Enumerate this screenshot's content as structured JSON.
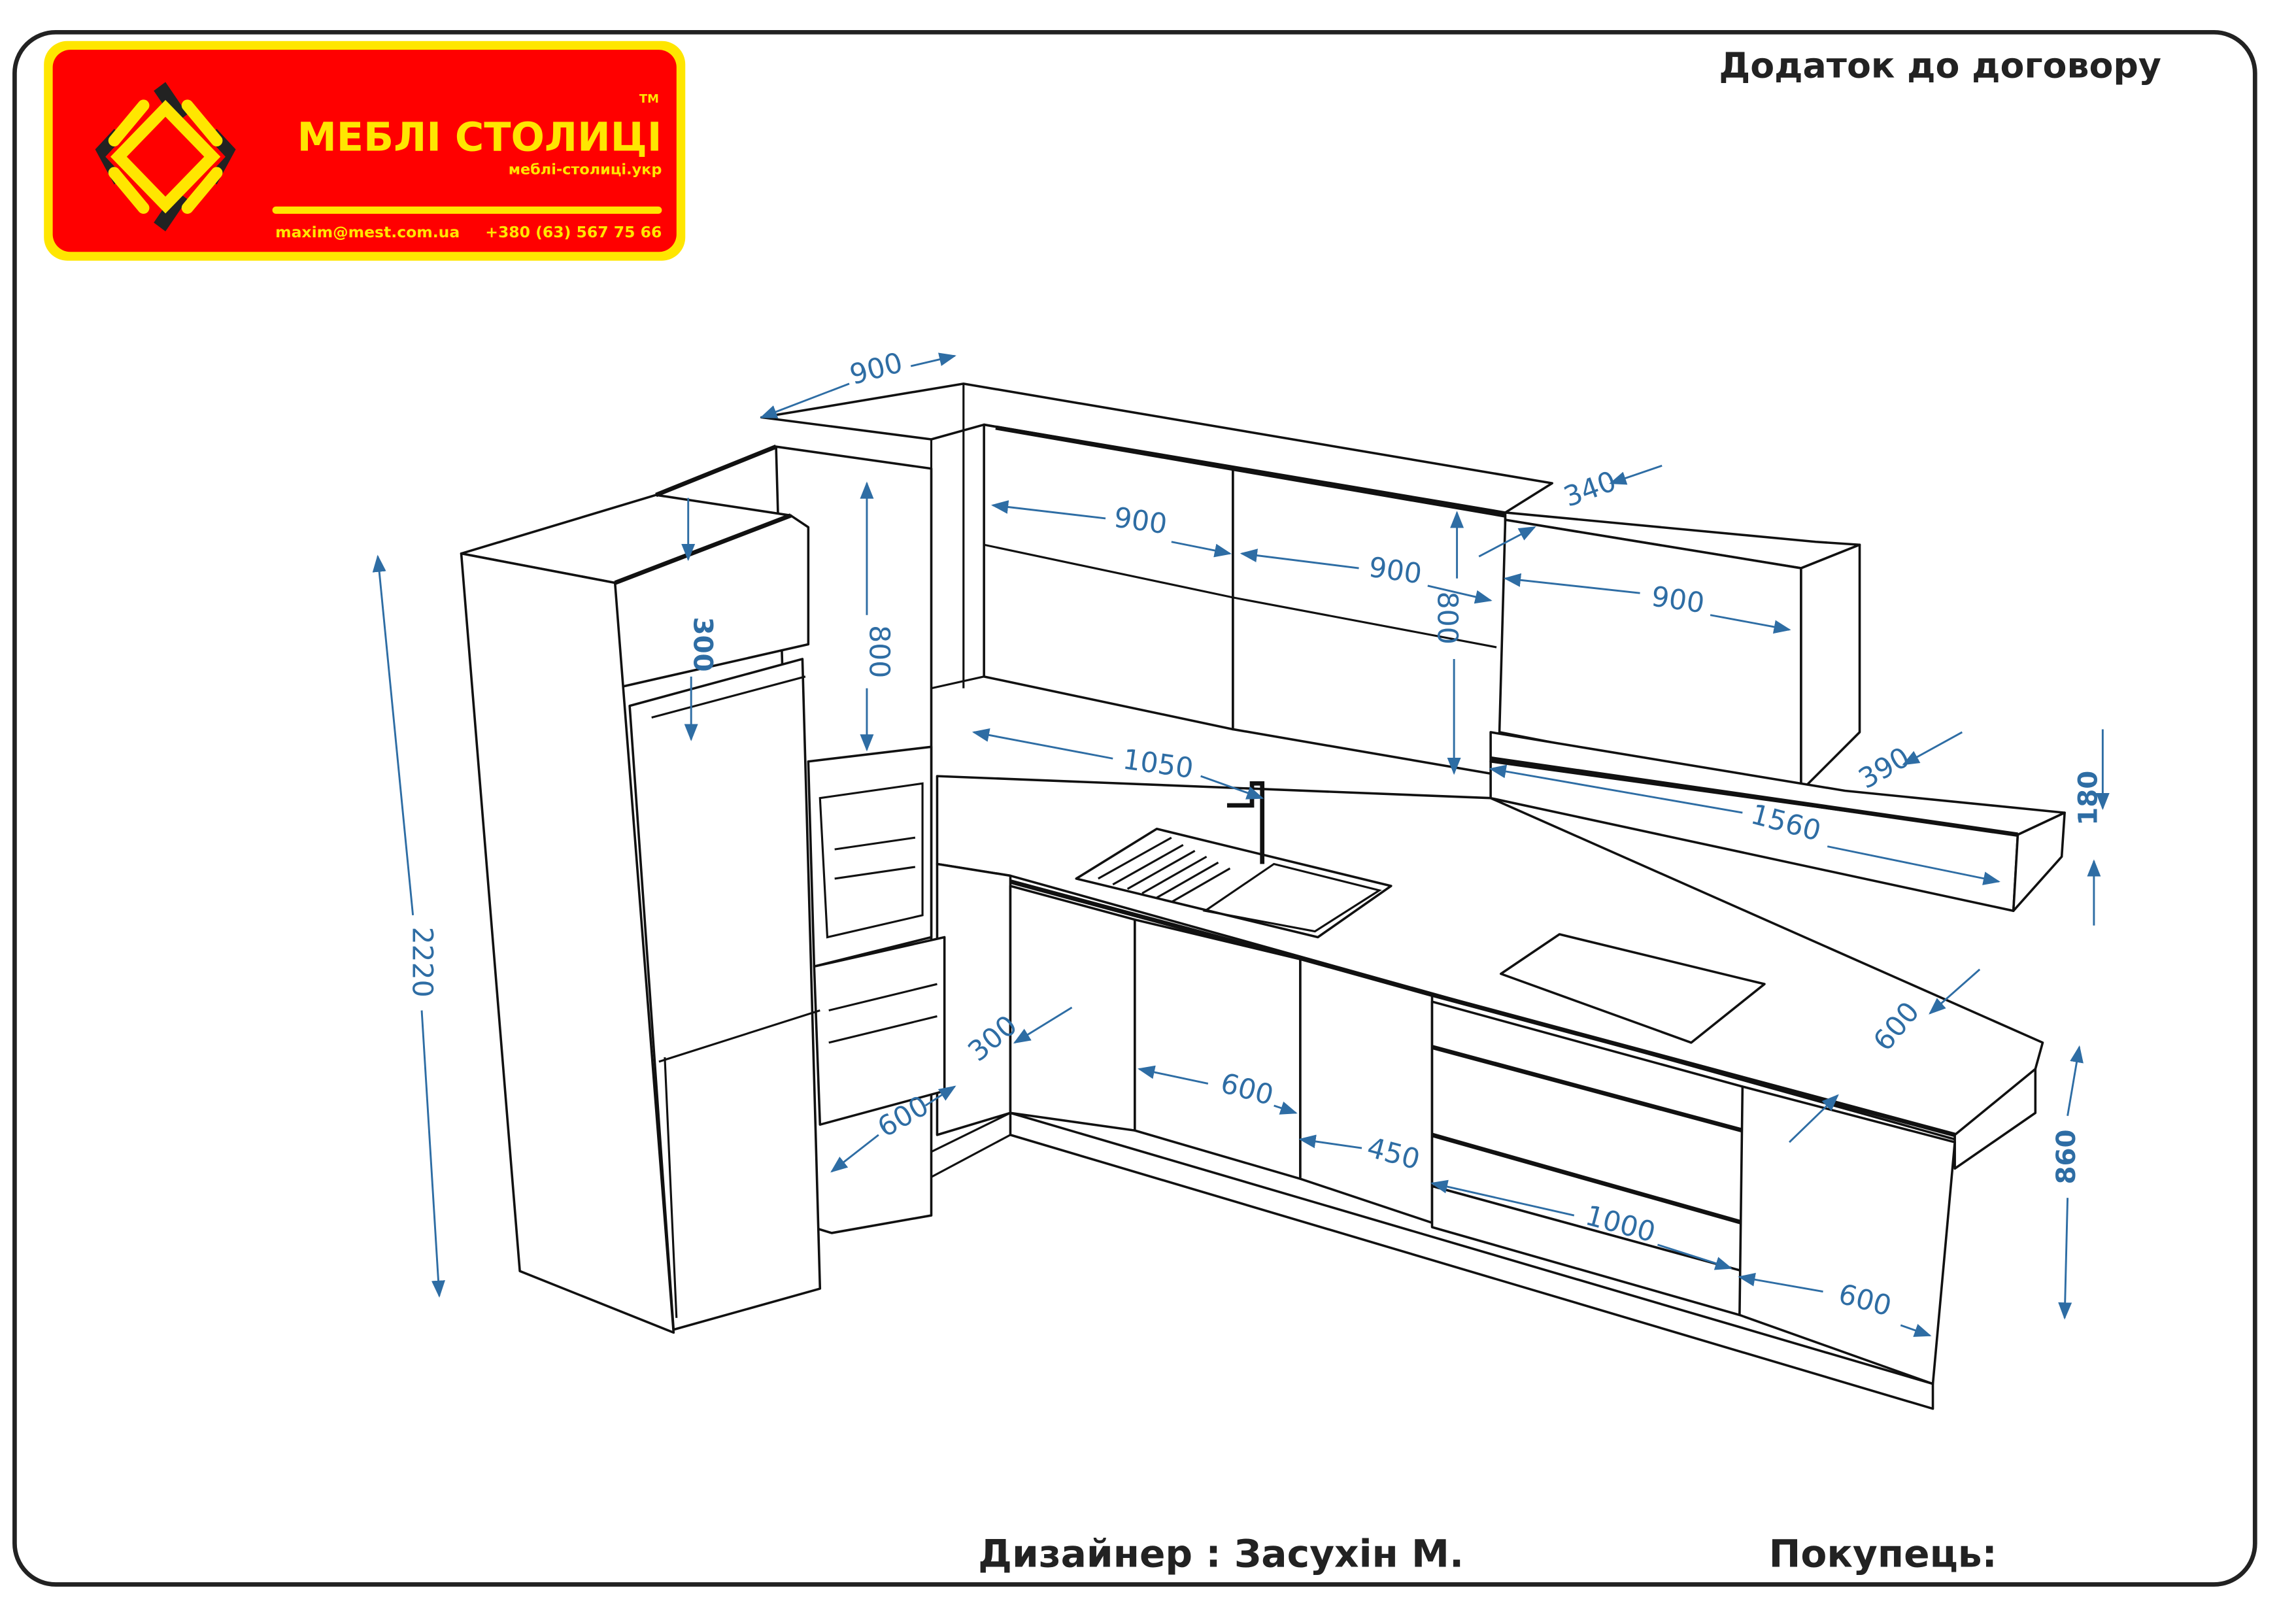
{
  "header": {
    "title": "Додаток до договору"
  },
  "logo": {
    "brand": "МЕБЛІ СТОЛИЦІ",
    "tm": "TM",
    "site": "меблі-столиці.укр",
    "email": "maxim@mest.com.ua",
    "phone": "+380 (63) 567 75 66",
    "colors": {
      "background": "#ff0000",
      "accent": "#ffe600",
      "dark": "#222222"
    }
  },
  "footer": {
    "designer": "Дизайнер : Засухін М.",
    "customer": "Покупець:"
  },
  "dimension_color": "#2e6da4",
  "dimensions": {
    "top_depth": "900",
    "wall1_width": "900",
    "wall2_width": "900",
    "wall3_width": "900",
    "wall_depth": "340",
    "tall_upper_height": "800",
    "fridge_top": "300",
    "wall_height": "800",
    "total_height": "2220",
    "backsplash_left": "1050",
    "shelf_depth": "390",
    "shelf_height": "180",
    "shelf_width": "1560",
    "counter_depth": "600",
    "base_height": "860",
    "corner_300": "300",
    "oven_600": "600",
    "base1": "600",
    "base2": "450",
    "base3": "1000",
    "base4": "600"
  }
}
